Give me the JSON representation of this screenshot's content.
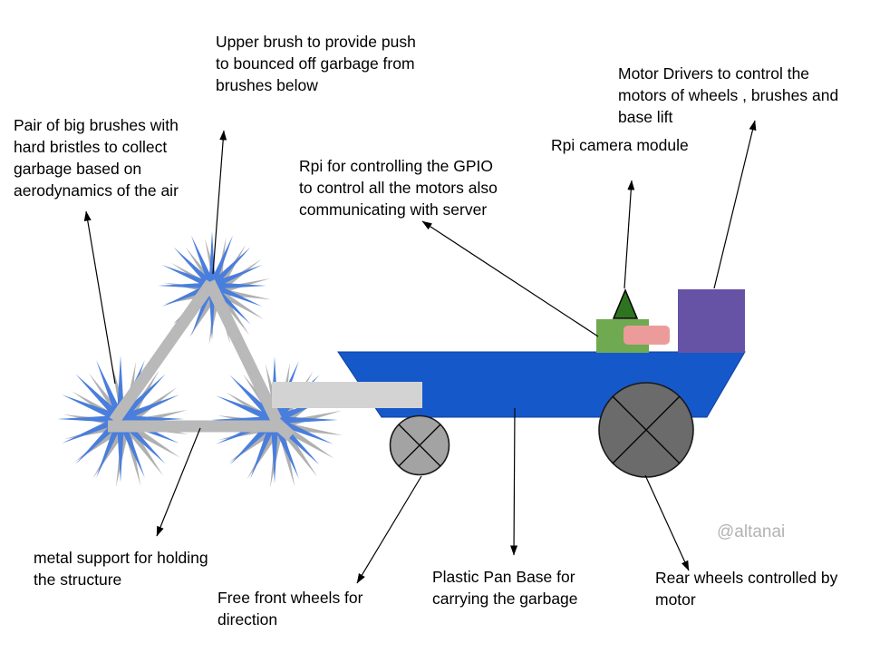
{
  "labels": {
    "upper_brush": "Upper brush to provide push\nto bounced off garbage from\nbrushes below",
    "big_brushes": "Pair of big brushes with\nhard bristles to collect\ngarbage based on\naerodynamics of the air",
    "motor_drivers": "Motor Drivers to control the\nmotors of wheels , brushes and\nbase lift",
    "rpi_camera": "Rpi camera module",
    "rpi_gpio": "Rpi for controlling the GPIO\nto control all the motors also\ncommunicating with server",
    "metal_support": "metal support for holding\nthe structure",
    "front_wheels": "Free front wheels for\ndirection",
    "pan_base": "Plastic Pan Base for\ncarrying the garbage",
    "rear_wheels": "Rear wheels controlled by\nmotor"
  },
  "watermark": "@altanai",
  "colors": {
    "body_blue": "#1558c9",
    "body_blue_stroke": "#0f3f9e",
    "brush_blue": "#4a7edd",
    "brush_shadow": "#b0b0b0",
    "frame_gray": "#b9b9b9",
    "bar_gray": "#d3d3d3",
    "front_wheel_gray": "#a3a3a3",
    "rear_wheel_gray": "#6b6b6b",
    "wheel_stroke": "#1a1a1a",
    "rpi_green": "#6faa50",
    "camera_green": "#2e7420",
    "camera_stroke": "#000000",
    "pink_module": "#ec9b9b",
    "motor_driver_purple": "#6653a6",
    "arrow_black": "#000000",
    "watermark_gray": "#b3b3b3"
  }
}
